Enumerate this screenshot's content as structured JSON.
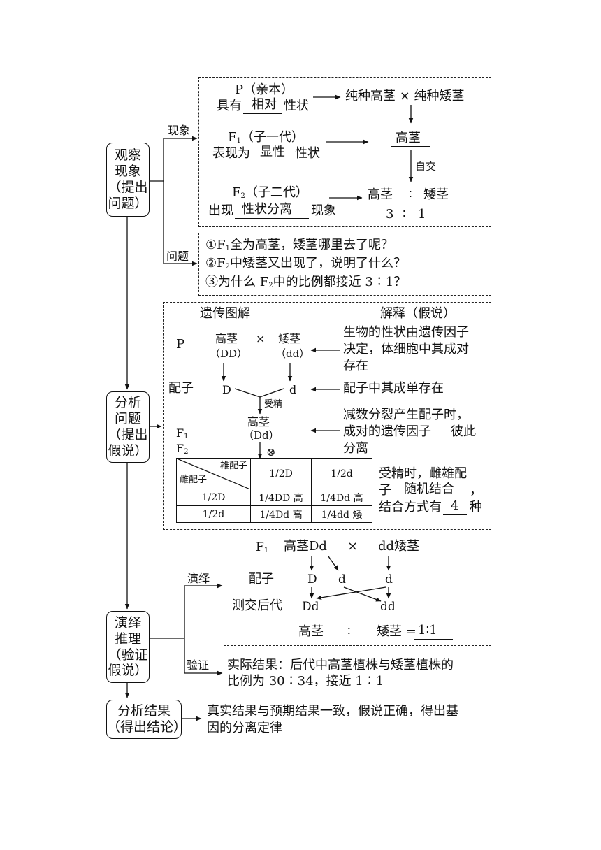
{
  "steps": {
    "observe": [
      "观察",
      "现象",
      "（提出",
      "问题）"
    ],
    "analyze": [
      "分析",
      "问题",
      "（提出",
      "假说）"
    ],
    "deduce": [
      "演绎",
      "推理",
      "（验证",
      "假说）"
    ],
    "result": [
      "分析结果",
      "（得出结论）"
    ]
  },
  "branch_labels": {
    "phenomenon": "现象",
    "question": "问题",
    "deduction": "演绎",
    "verification": "验证"
  },
  "phenomenon": {
    "p_label": "P（亲本）",
    "p_desc_prefix": "具有",
    "p_blank": "相对",
    "p_desc_suffix": "性状",
    "p_cross": "纯种高茎 × 纯种矮茎",
    "f1_label": "F",
    "f1_sub": "1",
    "f1_paren": "（子一代）",
    "f1_desc_prefix": "表现为",
    "f1_blank": "显性",
    "f1_desc_suffix": "性状",
    "f1_result": "高茎",
    "selfing": "自交",
    "f2_label": "F",
    "f2_sub": "2",
    "f2_paren": "（子二代）",
    "f2_desc_prefix": "出现",
    "f2_blank": "性状分离",
    "f2_desc_suffix": "现象",
    "f2_tall": "高茎",
    "f2_colon": "∶",
    "f2_dwarf": "矮茎",
    "f2_ratio_a": "3",
    "f2_ratio_colon": "∶",
    "f2_ratio_b": "1"
  },
  "questions": [
    {
      "num": "①F",
      "sub": "1",
      "text": "全为高茎，矮茎哪里去了呢？"
    },
    {
      "num": "②F",
      "sub": "2",
      "text": "中矮茎又出现了，说明了什么？"
    },
    {
      "num": "③为什么 F",
      "sub": "2",
      "text": "中的比例都接近 3∶1？"
    }
  ],
  "hypothesis": {
    "diagram_title": "遗传图解",
    "explain_title": "解释（假说）",
    "p_label": "P",
    "tall": "高茎",
    "cross": "×",
    "dwarf": "矮茎",
    "tall_geno": "（DD）",
    "dwarf_geno": "（dd）",
    "gamete_label": "配子",
    "gamete_D": "D",
    "gamete_d": "d",
    "fertilization": "受精",
    "f1_pheno": "高茎",
    "f1_geno": "（Dd）",
    "f1_label": "F",
    "f1_sub": "1",
    "f2_label": "F",
    "f2_sub": "2",
    "selfing_symbol": "⊗",
    "explain_1": [
      "生物的性状由遗传因子",
      "决定，体细胞中其成对",
      "存在"
    ],
    "explain_2": "配子中其成单存在",
    "explain_3_line1": "减数分裂产生配子时，",
    "explain_3_line2_blank": "成对的遗传因子",
    "explain_3_line2_suffix": "彼此",
    "explain_3_line3": "分离",
    "explain_4_line1": "受精时，雌雄配",
    "explain_4_line2_prefix": "子",
    "explain_4_line2_blank": "随机结合",
    "explain_4_line2_suffix": "，",
    "explain_4_line3_prefix": "结合方式有",
    "explain_4_line3_blank": "4",
    "explain_4_line3_suffix": "种"
  },
  "punnett": {
    "male_header": "雄配子",
    "female_header": "雌配子",
    "col_headers": [
      "1/2D",
      "1/2d"
    ],
    "rows": [
      {
        "header": "1/2D",
        "cells": [
          "1/4DD 高",
          "1/4Dd 高"
        ]
      },
      {
        "header": "1/2d",
        "cells": [
          "1/4Dd 高",
          "1/4dd 矮"
        ]
      }
    ]
  },
  "testcross": {
    "f1_label": "F",
    "f1_sub": "1",
    "tall_geno": "高茎Dd",
    "cross": "×",
    "dwarf_geno": "dd矮茎",
    "gamete_label": "配子",
    "gamete_D": "D",
    "gamete_d1": "d",
    "gamete_d2": "d",
    "offspring_label": "测交后代",
    "offspring_Dd": "Dd",
    "offspring_dd": "dd",
    "tall": "高茎",
    "colon": "∶",
    "dwarf_eq": "矮茎 =",
    "ratio": "1∶1"
  },
  "verification": {
    "line1": "实际结果：后代中高茎植株与矮茎植株的",
    "line2": "比例为 30∶34，接近 1∶1"
  },
  "conclusion": {
    "line1": "真实结果与预期结果一致，假说正确，得出基",
    "line2": "因的分离定律"
  }
}
